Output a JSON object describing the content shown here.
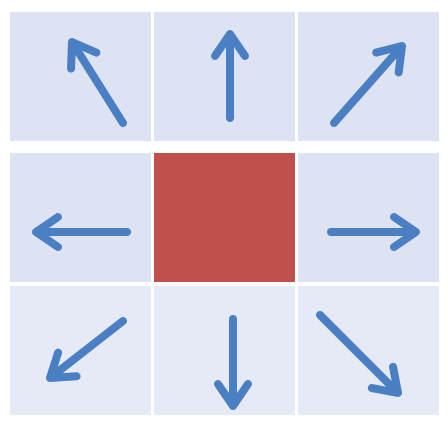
{
  "colors": {
    "cell_fill": "#dde3f2",
    "cell_fill_bottom": "#e6eaf6",
    "center_fill": "#c0504d",
    "arrow": "#4a7fc4",
    "gap": "#ffffff"
  },
  "cells": [
    {
      "name": "cell-top-left",
      "kind": "arrow",
      "direction": "up-left",
      "icon": "arrow-up-left-icon"
    },
    {
      "name": "cell-top-center",
      "kind": "arrow",
      "direction": "up",
      "icon": "arrow-up-icon"
    },
    {
      "name": "cell-top-right",
      "kind": "arrow",
      "direction": "up-right",
      "icon": "arrow-up-right-icon"
    },
    {
      "name": "cell-middle-left",
      "kind": "arrow",
      "direction": "left",
      "icon": "arrow-left-icon"
    },
    {
      "name": "cell-center",
      "kind": "center",
      "direction": "",
      "icon": "center-square"
    },
    {
      "name": "cell-middle-right",
      "kind": "arrow",
      "direction": "right",
      "icon": "arrow-right-icon"
    },
    {
      "name": "cell-bottom-left",
      "kind": "arrow",
      "direction": "down-left",
      "icon": "arrow-down-left-icon"
    },
    {
      "name": "cell-bottom-center",
      "kind": "arrow",
      "direction": "down",
      "icon": "arrow-down-icon"
    },
    {
      "name": "cell-bottom-right",
      "kind": "arrow",
      "direction": "down-right",
      "icon": "arrow-down-right-icon"
    }
  ]
}
